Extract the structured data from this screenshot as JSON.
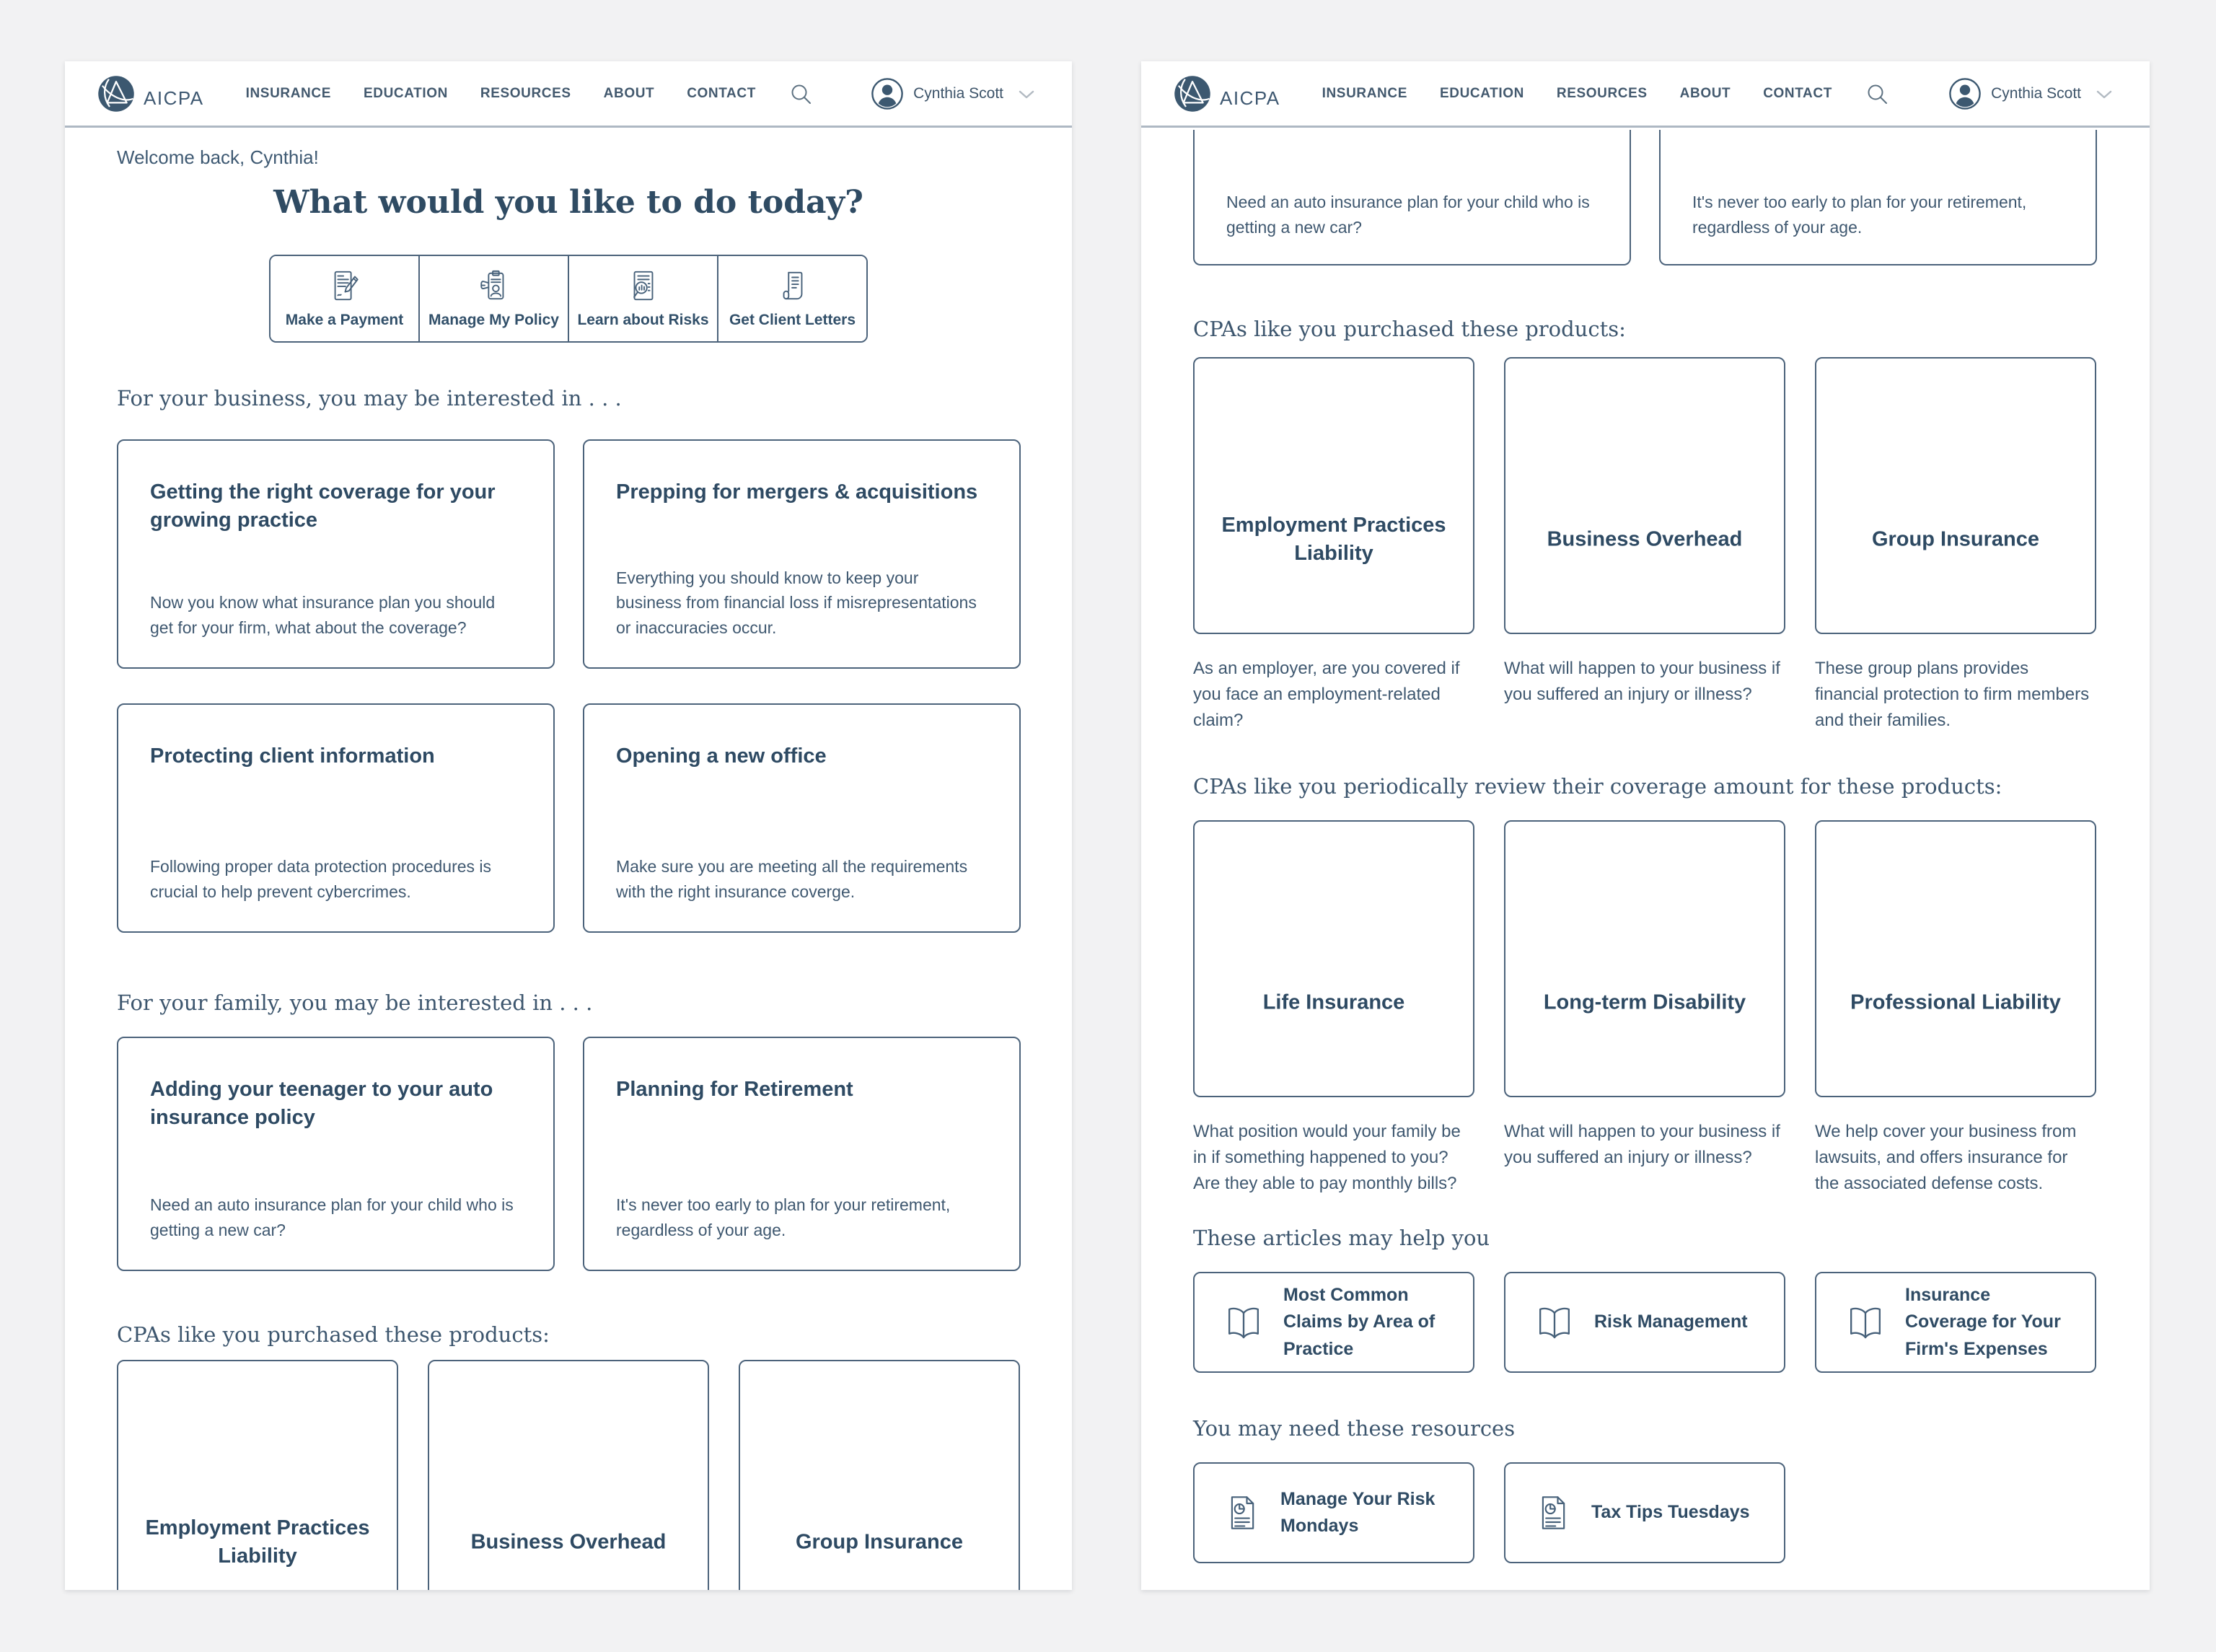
{
  "colors": {
    "background": "#f2f2f3",
    "navy_text": "#2e4a63",
    "card_border": "#4c637b",
    "header_divider": "#aeb8c3",
    "icon_stroke": "#47617a"
  },
  "brand": {
    "logo_text": "AICPA"
  },
  "nav": {
    "items": [
      {
        "label": "INSURANCE"
      },
      {
        "label": "EDUCATION"
      },
      {
        "label": "RESOURCES"
      },
      {
        "label": "ABOUT"
      },
      {
        "label": "CONTACT"
      }
    ],
    "user": {
      "name": "Cynthia Scott"
    }
  },
  "left_page": {
    "greeting": "Welcome back, Cynthia!",
    "main_heading": "What would you like to do today?",
    "quick_actions": [
      {
        "label": "Make a Payment",
        "icon": "payment-icon"
      },
      {
        "label": "Manage My Policy",
        "icon": "policy-icon"
      },
      {
        "label": "Learn about Risks",
        "icon": "risks-icon"
      },
      {
        "label": "Get Client Letters",
        "icon": "letters-icon"
      }
    ],
    "business_section": {
      "heading": "For your business, you may be interested in . . .",
      "cards": [
        {
          "title": "Getting the right coverage for your growing practice",
          "desc": "Now you know what insurance plan you should get for your firm, what about the coverage?"
        },
        {
          "title": "Prepping for mergers & acquisitions",
          "desc": "Everything you should know to keep your business from financial loss if misrepresentations or inaccuracies occur."
        },
        {
          "title": "Protecting client information",
          "desc": "Following proper data protection procedures is crucial to help prevent cybercrimes."
        },
        {
          "title": "Opening a new office",
          "desc": "Make sure you are meeting all the requirements with the right insurance coverge."
        }
      ]
    },
    "family_section": {
      "heading": "For your family, you may be interested in . . .",
      "cards": [
        {
          "title": "Adding your teenager to your auto insurance policy",
          "desc": "Need an auto insurance plan for your child who is getting a new car?"
        },
        {
          "title": "Planning for Retirement",
          "desc": "It's never too early to plan for your retirement, regardless of your age."
        }
      ]
    },
    "products_section": {
      "heading": "CPAs like you purchased these products:",
      "products": [
        {
          "title": "Employment Practices Liability"
        },
        {
          "title": "Business Overhead"
        },
        {
          "title": "Group Insurance"
        }
      ]
    }
  },
  "right_page": {
    "partial_cards": [
      {
        "desc": "Need an auto insurance plan for your child who is getting a new car?"
      },
      {
        "desc": "It's never too early to plan for your retirement, regardless of your age."
      }
    ],
    "purchased_section": {
      "heading": "CPAs like you purchased these products:",
      "products": [
        {
          "title": "Employment Practices Liability",
          "desc": "As an employer, are you covered if you face an employment-related claim?"
        },
        {
          "title": "Business Overhead",
          "desc": "What will happen to your business if you suffered an injury or illness?"
        },
        {
          "title": "Group Insurance",
          "desc": "These group plans provides financial protection to firm members and their families."
        }
      ]
    },
    "review_section": {
      "heading": "CPAs like you periodically review their coverage amount for these products:",
      "products": [
        {
          "title": "Life Insurance",
          "desc": "What position would your family be in if something happened to you? Are they able to pay monthly bills?"
        },
        {
          "title": "Long-term Disability",
          "desc": "What will happen to your business if you suffered an injury or illness?"
        },
        {
          "title": "Professional Liability",
          "desc": "We help cover your business from lawsuits, and offers insurance for the associated defense costs."
        }
      ]
    },
    "articles_section": {
      "heading": "These articles may help you",
      "articles": [
        {
          "label": "Most Common Claims by Area of Practice"
        },
        {
          "label": "Risk Management"
        },
        {
          "label": "Insurance Coverage for Your Firm's Expenses"
        }
      ]
    },
    "resources_section": {
      "heading": "You may need these resources",
      "resources": [
        {
          "label": "Manage Your Risk Mondays"
        },
        {
          "label": "Tax Tips Tuesdays"
        }
      ]
    }
  }
}
